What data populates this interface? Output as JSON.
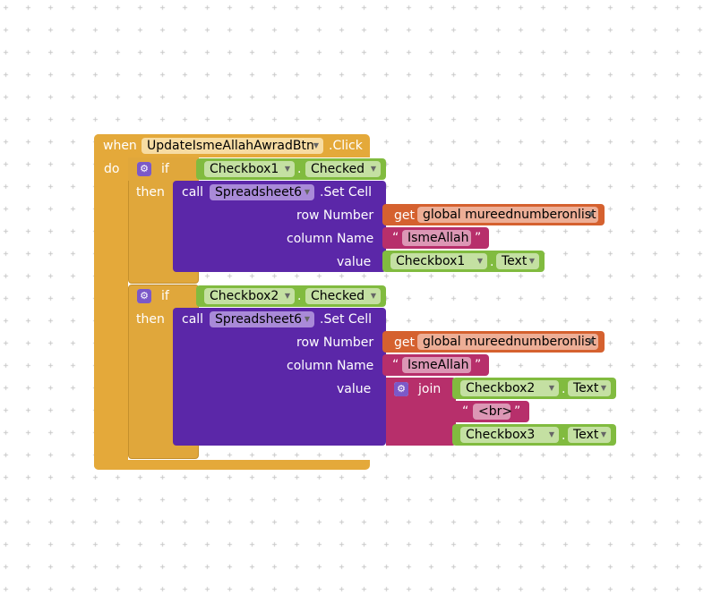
{
  "event": {
    "when_label": "when",
    "component": "UpdateIsmeAllahAwradBtn",
    "event_name": ".Click",
    "do_label": "do"
  },
  "if1": {
    "if_label": "if",
    "then_label": "then",
    "condition": {
      "component": "Checkbox1",
      "property": "Checked"
    },
    "call": {
      "call_label": "call",
      "component": "Spreadsheet6",
      "method": ".Set Cell",
      "row_label": "row Number",
      "row_get": "get",
      "row_var": "global mureednumberonlist",
      "col_label": "column Name",
      "col_text": "IsmeAllah",
      "value_label": "value",
      "value_component": "Checkbox1",
      "value_property": "Text"
    }
  },
  "if2": {
    "if_label": "if",
    "then_label": "then",
    "condition": {
      "component": "Checkbox2",
      "property": "Checked"
    },
    "call": {
      "call_label": "call",
      "component": "Spreadsheet6",
      "method": ".Set Cell",
      "row_label": "row Number",
      "row_get": "get",
      "row_var": "global mureednumberonlist",
      "col_label": "column Name",
      "col_text": "IsmeAllah",
      "value_label": "value",
      "join_label": "join",
      "join_items": [
        {
          "component": "Checkbox2",
          "property": "Text"
        },
        {
          "text": "<br>"
        },
        {
          "component": "Checkbox3",
          "property": "Text"
        }
      ]
    }
  },
  "colors": {
    "event": "#e4a93a",
    "control": "#e0a73b",
    "procedure": "#5b27a8",
    "component_get": "#81bb3f",
    "variable": "#d5612f",
    "text": "#b72f6b",
    "mutator": "#7b59c8"
  },
  "icons": {
    "mutator": "gear-icon",
    "dropdown": "chevron-down-icon",
    "quote_open": "“",
    "quote_close": "”"
  }
}
